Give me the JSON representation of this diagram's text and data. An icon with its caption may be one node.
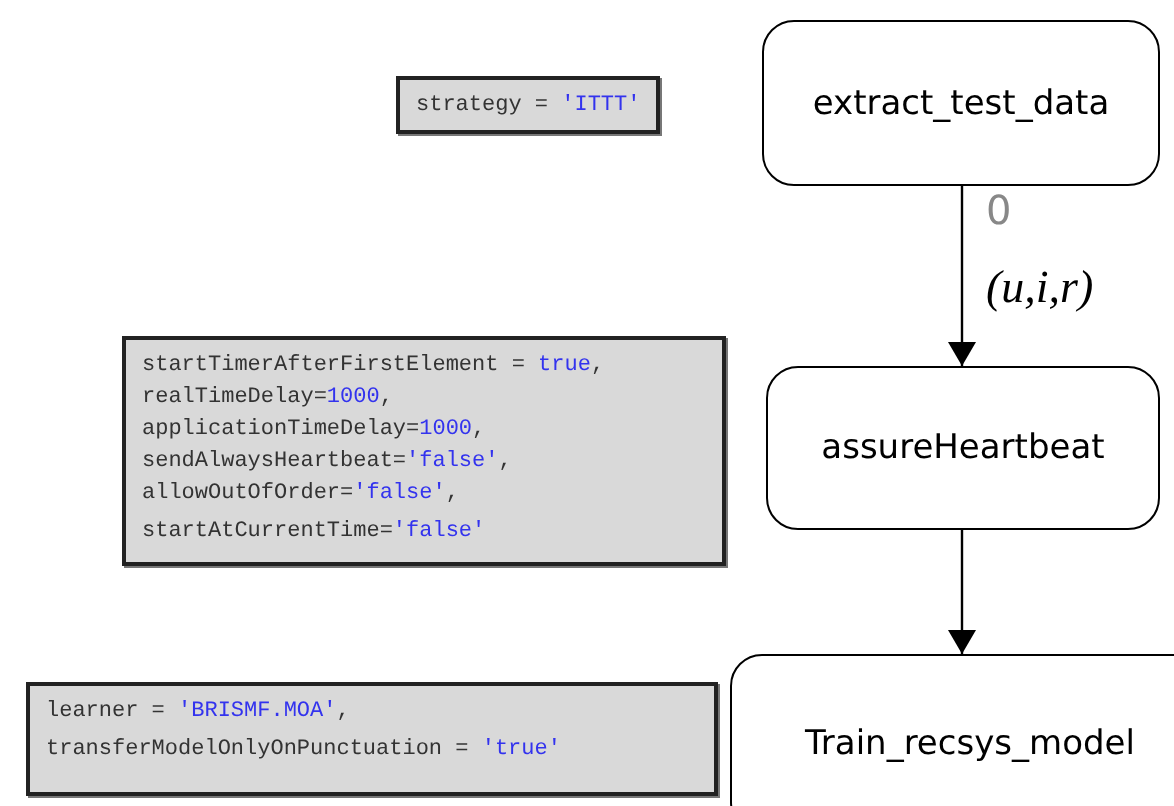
{
  "diagram": {
    "nodes": [
      {
        "text": [
          "strategy = 'ITTT'"
        ]
      },
      {
        "text": [
          "extract_test_data"
        ]
      },
      {
        "text": [
          "startTimerAfterFirstElement = true,",
          "realTimeDelay=1000,",
          "applicationTimeDelay=1000,",
          "sendAlwaysHeartbeat='false',",
          "allowOutOfOrder='false',",
          "startAtCurrentTime='false'"
        ]
      },
      {
        "text": [
          "assureHeartbeat"
        ]
      },
      {
        "text": [
          "learner = 'BRISMF.MOA',",
          "transferModelOnlyOnPunctuation = 'true'"
        ]
      },
      {
        "text": [
          "Train_recsys_model"
        ]
      }
    ],
    "edges": [
      {
        "from": 1,
        "to": 3,
        "arrow": "to",
        "label": "(u,i,r)"
      },
      {
        "from": 3,
        "to": 5,
        "arrow": "to"
      }
    ],
    "labels": [
      "0"
    ]
  }
}
